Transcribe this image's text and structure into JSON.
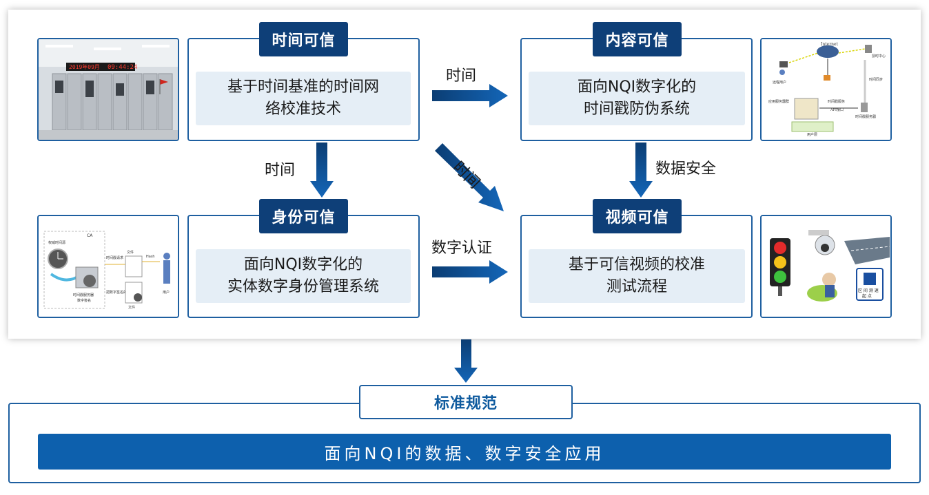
{
  "boxes": {
    "time": {
      "title": "时间可信",
      "desc": "基于时间基准的时间网\n络校准技术"
    },
    "content": {
      "title": "内容可信",
      "desc": "面向NQI数字化的\n时间戳防伪系统"
    },
    "identity": {
      "title": "身份可信",
      "desc": "面向NQI数字化的\n实体数字身份管理系统"
    },
    "video": {
      "title": "视频可信",
      "desc": "基于可信视频的校准\n测试流程"
    }
  },
  "arrows": {
    "time_to_content": "时间",
    "time_to_identity": "时间",
    "diagonal": "时间",
    "content_to_video": "数据安全",
    "identity_to_video": "数字认证"
  },
  "images": {
    "ca_diagram": {
      "ca": "CA",
      "authority": "权威时间源",
      "ts_server": "时间戳服务器",
      "sign": "数字签名",
      "request": "时间戳请求",
      "file": "文件",
      "hash": "Hash",
      "return": "把数字签名的\n时间戳返",
      "file2": "文件",
      "user": "用户"
    },
    "network": {
      "internet": "Internet",
      "remote_user": "远程用户",
      "time_center": "授时中心",
      "time_sync": "时间同步",
      "cluster": "应用服务器群",
      "ts_service": "时间戳服务",
      "api": "API接口",
      "ts_server": "时间戳服务器",
      "user_layer": "用户层"
    },
    "sign": {
      "line1": "区 间 测 速",
      "line2": "起   点"
    },
    "clock_text": "09:44:24",
    "date_text": "2019年09月"
  },
  "bottom": {
    "tag": "标准规范",
    "bar": "面向NQI的数据、数字安全应用"
  },
  "colors": {
    "dark_blue": "#0e3f78",
    "border_blue": "#1e5fa0",
    "light_fill": "#e5eef6",
    "bar_blue": "#0d60ad"
  }
}
